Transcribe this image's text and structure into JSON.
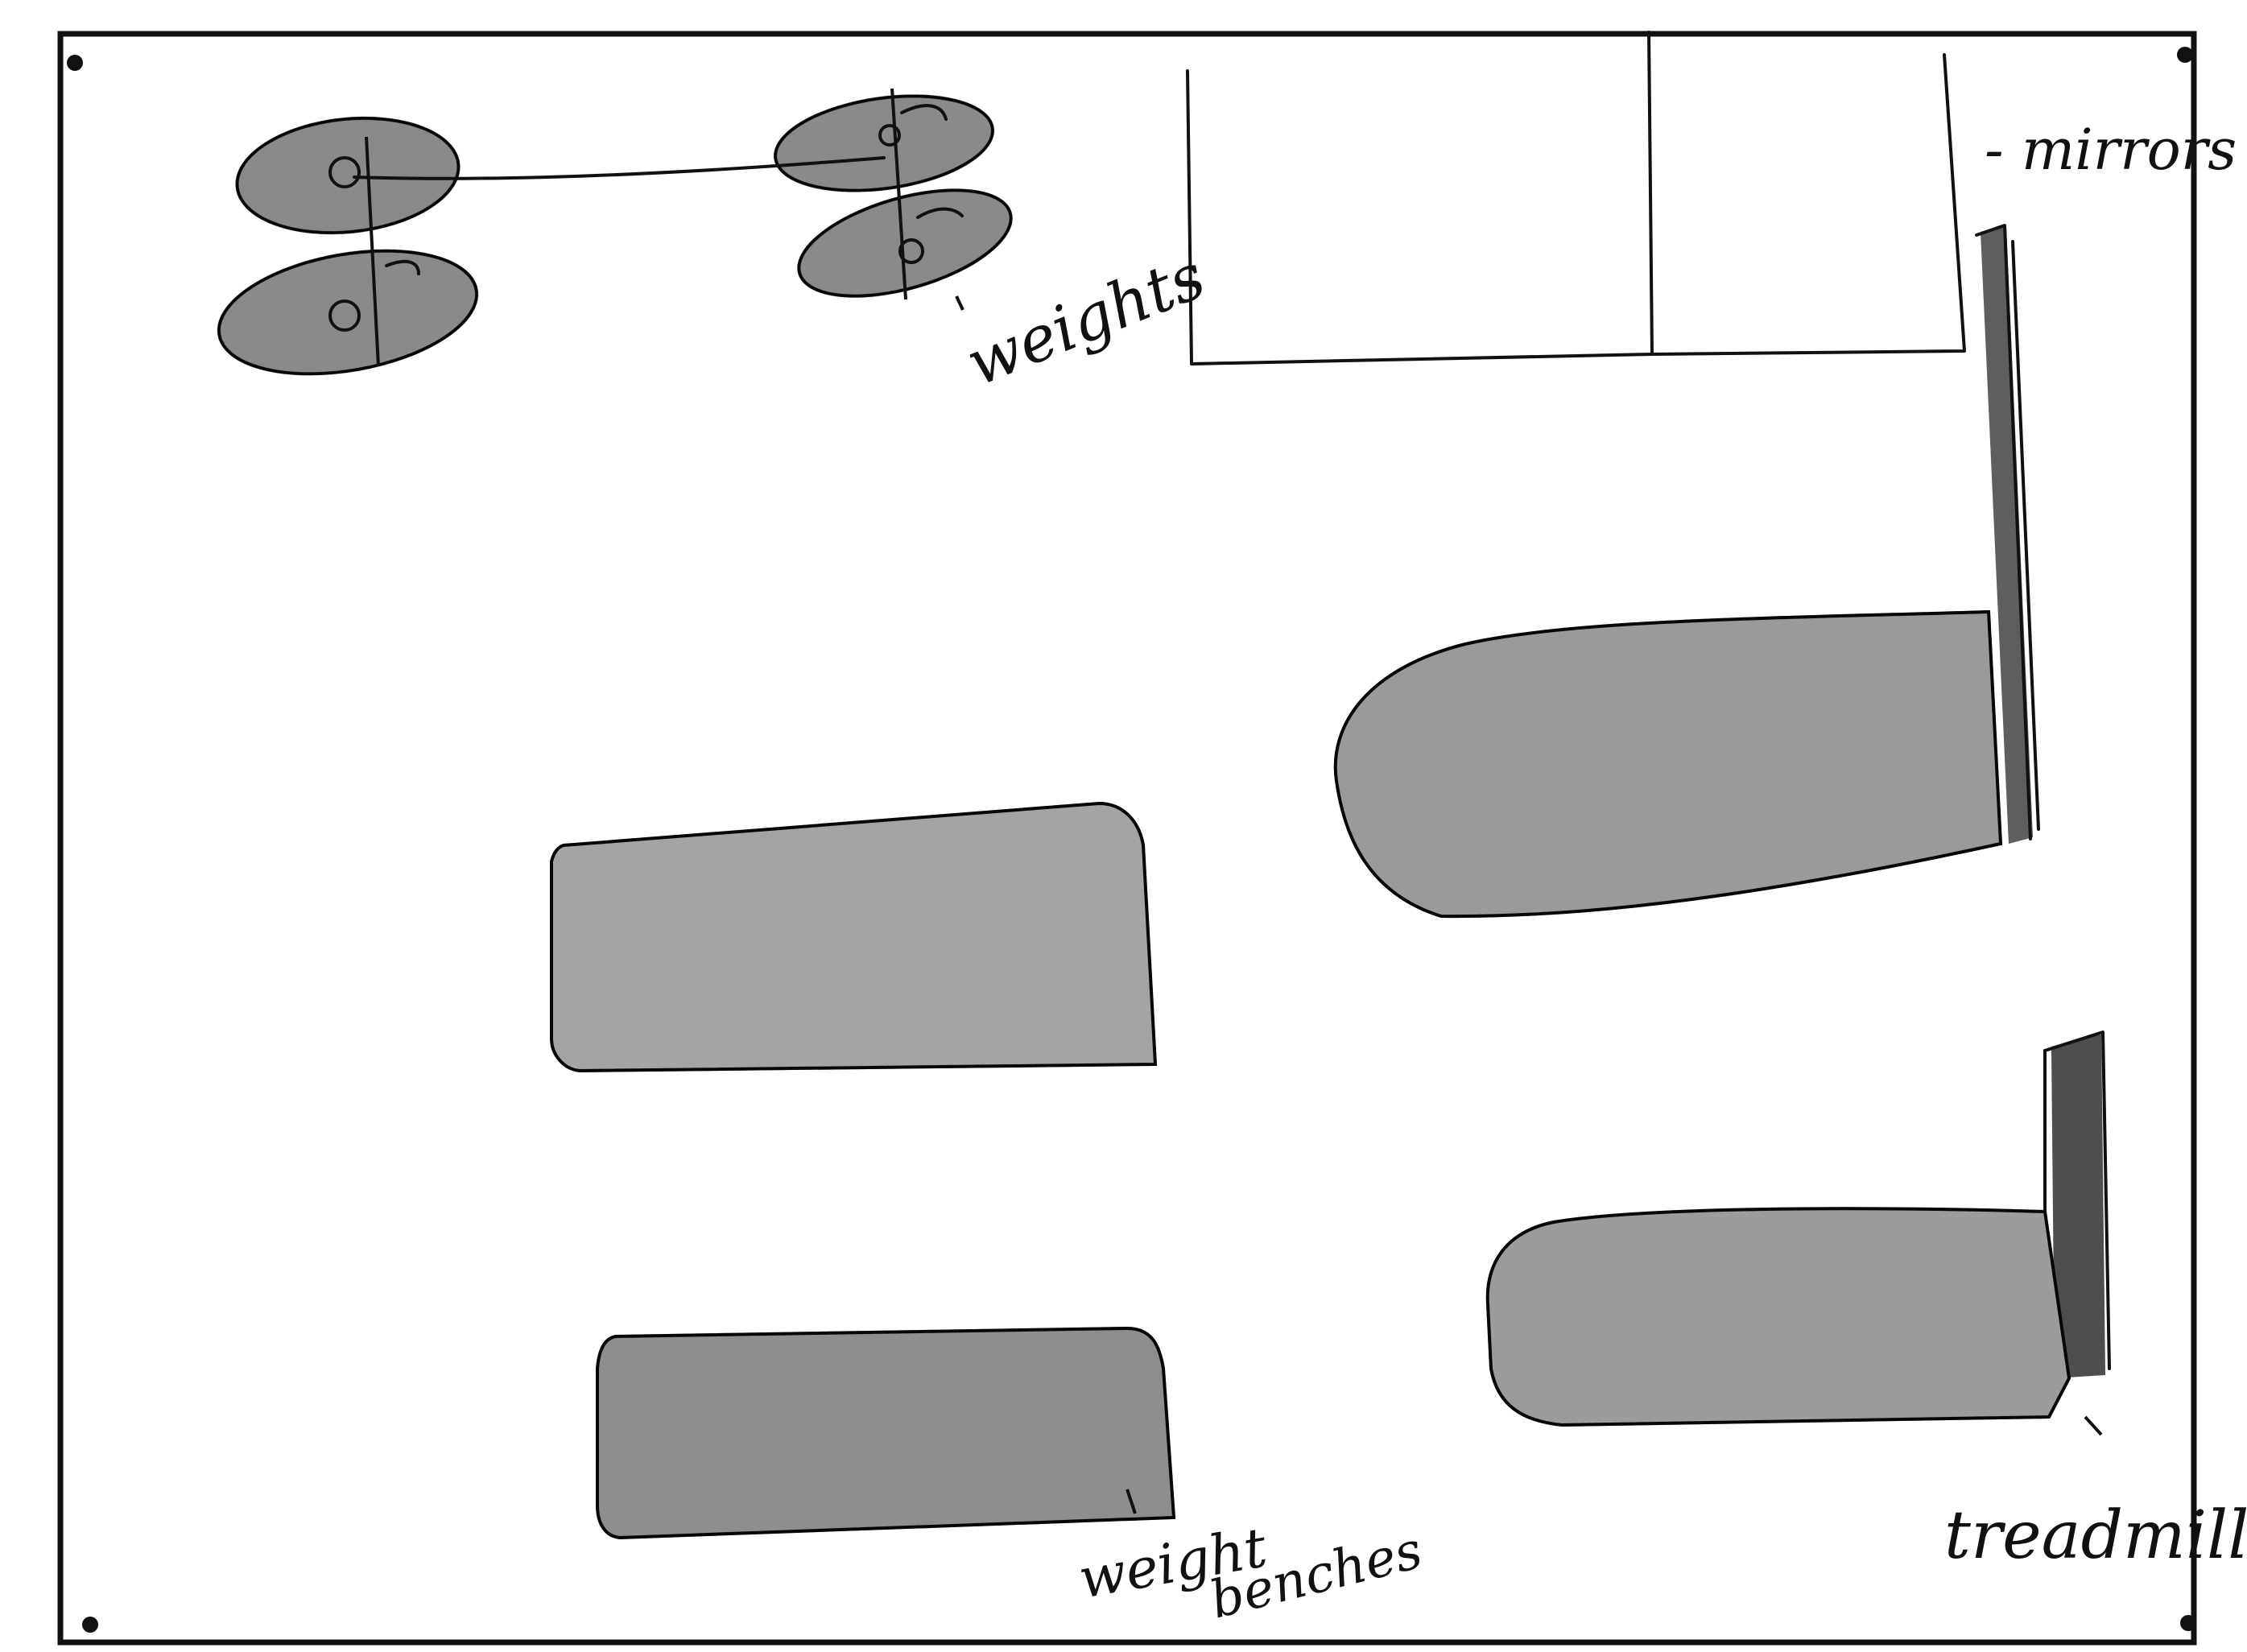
{
  "colors": {
    "paper": "#ffffff",
    "ink": "#111111",
    "pencil_light": "#a9a9a9",
    "pencil_dark": "#6f6f6f"
  },
  "labels": {
    "mirrors": "- mirrors",
    "weights": "weights",
    "weight_benches_line1": "weight",
    "weight_benches_line2": "benches",
    "treadmill": "treadmill"
  }
}
